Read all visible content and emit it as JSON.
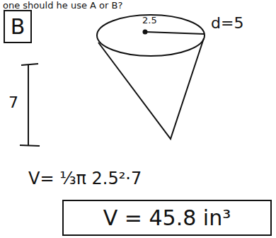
{
  "diagram": {
    "nodes": [
      {
        "text": [
          "B"
        ]
      },
      {
        "text": [
          "2.5"
        ]
      },
      {
        "text": [
          "V = 45.8 in³"
        ]
      }
    ],
    "labels": [
      "one should he use A or B?",
      "d=5",
      "7",
      "V= ⅓π 2.5²·7"
    ]
  }
}
